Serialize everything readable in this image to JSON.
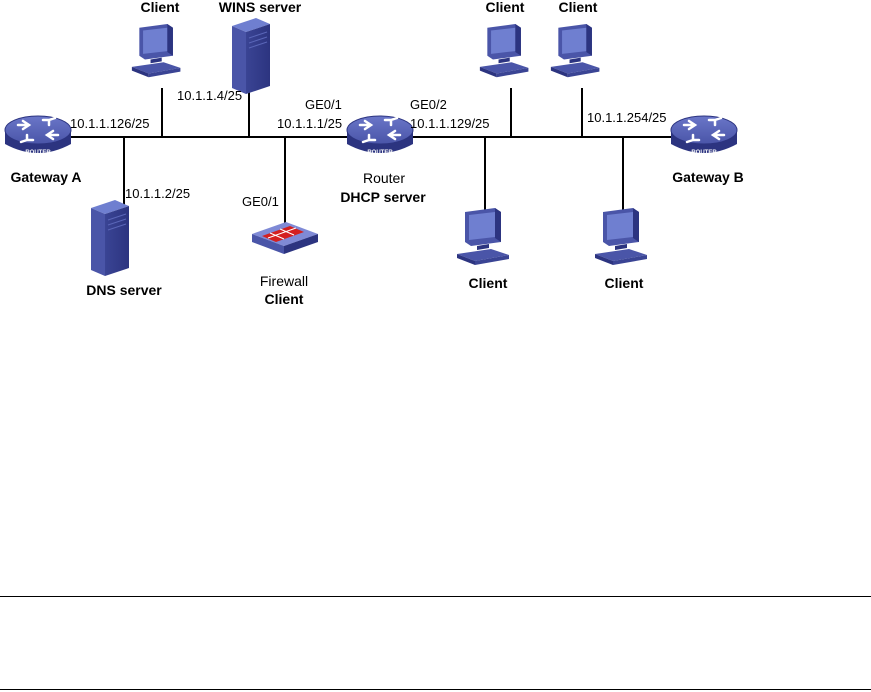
{
  "diagram": {
    "colors": {
      "line": "#000000",
      "device_blue": "#4a55a8",
      "device_dark": "#2c3480",
      "screen": "#6f7fd0",
      "firewall_red": "#d42020"
    },
    "devices": {
      "gateway_a": {
        "label": "Gateway A",
        "icon": "router-icon",
        "icon_text": "ROUTER"
      },
      "gateway_b": {
        "label": "Gateway B",
        "icon": "router-icon",
        "icon_text": "ROUTER"
      },
      "router": {
        "label_top": "Router",
        "label_bottom": "DHCP server",
        "icon": "router-icon",
        "icon_text": "ROUTER"
      },
      "wins_server": {
        "label": "WINS server",
        "icon": "server-icon"
      },
      "dns_server": {
        "label": "DNS server",
        "icon": "server-icon"
      },
      "firewall": {
        "label_top": "Firewall",
        "label_bottom": "Client",
        "icon": "firewall-icon"
      },
      "client_top_left": {
        "label": "Client",
        "icon": "client-pc-icon"
      },
      "client_top_mid": {
        "label": "Client",
        "icon": "client-pc-icon"
      },
      "client_top_right": {
        "label": "Client",
        "icon": "client-pc-icon"
      },
      "client_bottom_mid": {
        "label": "Client",
        "icon": "client-pc-icon"
      },
      "client_bottom_right": {
        "label": "Client",
        "icon": "client-pc-icon"
      }
    },
    "addresses": {
      "gateway_a": "10.1.1.126/25",
      "wins": "10.1.1.4/25",
      "dns": "10.1.1.2/25",
      "router_ge01_port": "GE0/1",
      "router_ge01_ip": "10.1.1.1/25",
      "router_ge02_port": "GE0/2",
      "router_ge02_ip": "10.1.1.129/25",
      "gateway_b": "10.1.1.254/25",
      "firewall_port": "GE0/1"
    }
  }
}
